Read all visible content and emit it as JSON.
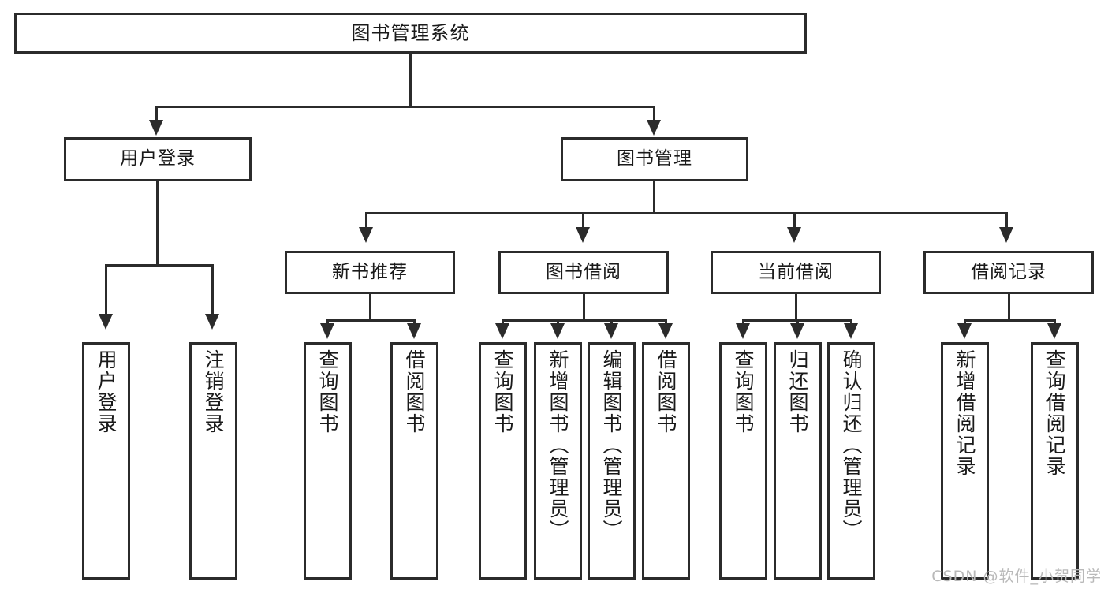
{
  "diagram": {
    "type": "tree",
    "title": "图书管理系统",
    "watermark": "CSDN @软件_小贺同学",
    "colors": {
      "background": "#ffffff",
      "border": "#2b2b2b",
      "text": "#1a1a1a",
      "watermark": "#b9b9b9"
    },
    "levels": {
      "root": {
        "label": "图书管理系统"
      },
      "level2": [
        {
          "label": "用户登录"
        },
        {
          "label": "图书管理"
        }
      ],
      "level3": [
        {
          "label": "新书推荐"
        },
        {
          "label": "图书借阅"
        },
        {
          "label": "当前借阅"
        },
        {
          "label": "借阅记录"
        }
      ],
      "leaves": {
        "user_login": [
          {
            "label": "用户登录"
          },
          {
            "label": "注销登录"
          }
        ],
        "new_book_recommend": [
          {
            "label": "查询图书"
          },
          {
            "label": "借阅图书"
          }
        ],
        "book_borrow": [
          {
            "label": "查询图书"
          },
          {
            "label": "新增图书（管理员）"
          },
          {
            "label": "编辑图书（管理员）"
          },
          {
            "label": "借阅图书"
          }
        ],
        "current_borrow": [
          {
            "label": "查询图书"
          },
          {
            "label": "归还图书"
          },
          {
            "label": "确认归还（管理员）"
          }
        ],
        "borrow_record": [
          {
            "label": "新增借阅记录"
          },
          {
            "label": "查询借阅记录"
          }
        ]
      }
    }
  }
}
